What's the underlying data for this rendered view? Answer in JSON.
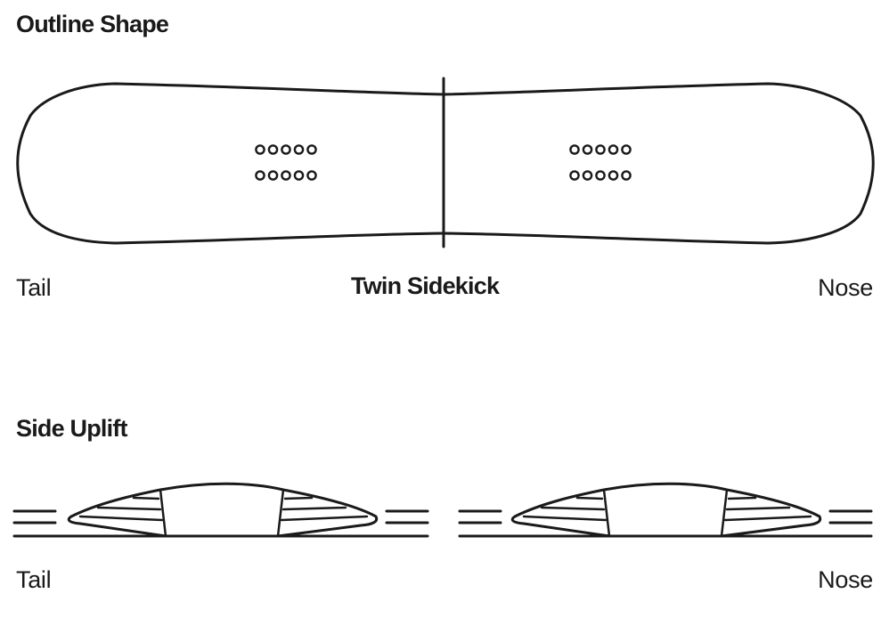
{
  "outline": {
    "heading": "Outline Shape",
    "tail_label": "Tail",
    "shape_label": "Twin Sidekick",
    "nose_label": "Nose"
  },
  "uplift": {
    "heading": "Side Uplift",
    "tail_label": "Tail",
    "nose_label": "Nose"
  },
  "colors": {
    "ink": "#1a1a1a",
    "background": "#ffffff"
  }
}
